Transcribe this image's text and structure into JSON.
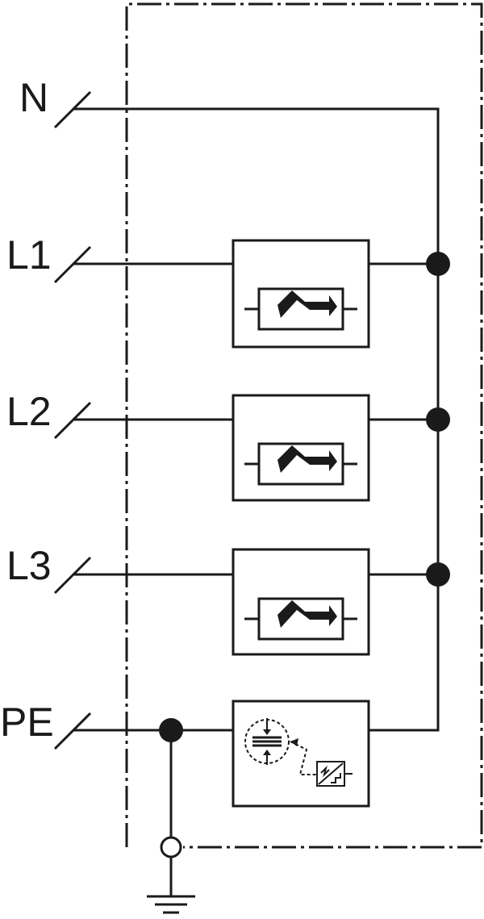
{
  "terminals": {
    "n": "N",
    "l1": "L1",
    "l2": "L2",
    "l3": "L3",
    "pe": "PE"
  }
}
